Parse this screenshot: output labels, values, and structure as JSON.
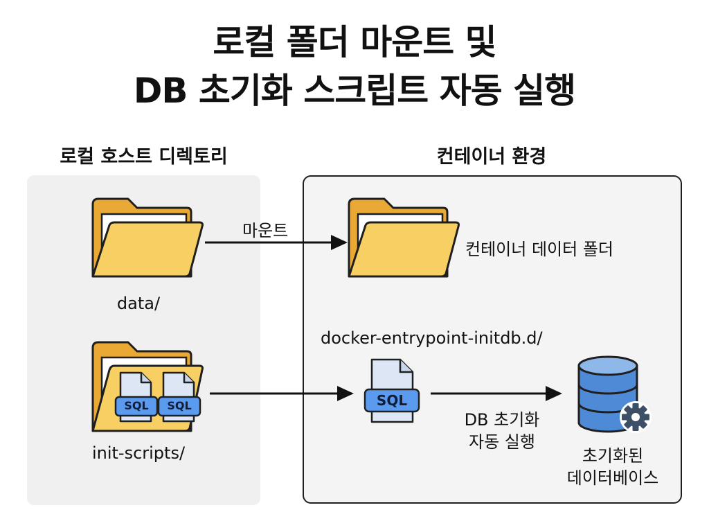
{
  "title": {
    "line1": "로컬 폴더 마운트 및",
    "line2": "DB 초기화 스크립트 자동 실행"
  },
  "host": {
    "heading": "로컬 호스트 디렉토리",
    "data_folder": "data/",
    "scripts_folder": "init-scripts/",
    "sql_badge_1": "SQL",
    "sql_badge_2": "SQL"
  },
  "container": {
    "heading": "컨테이너 환경",
    "data_folder": "컨테이너 데이터 폴더",
    "entrypoint_dir": "docker-entrypoint-initdb.d/",
    "sql_badge": "SQL",
    "init_line1": "DB 초기화",
    "init_line2": "자동 실행",
    "db_line1": "초기화된",
    "db_line2": "데이터베이스"
  },
  "arrows": {
    "mount": "마운트"
  },
  "colors": {
    "folder_fill": "#f8cf63",
    "folder_stroke": "#1f1f1f",
    "sql_badge": "#5b9bef",
    "file_fill": "#dce6f5",
    "database": "#4f8ad6",
    "gear": "#3d4f66"
  }
}
